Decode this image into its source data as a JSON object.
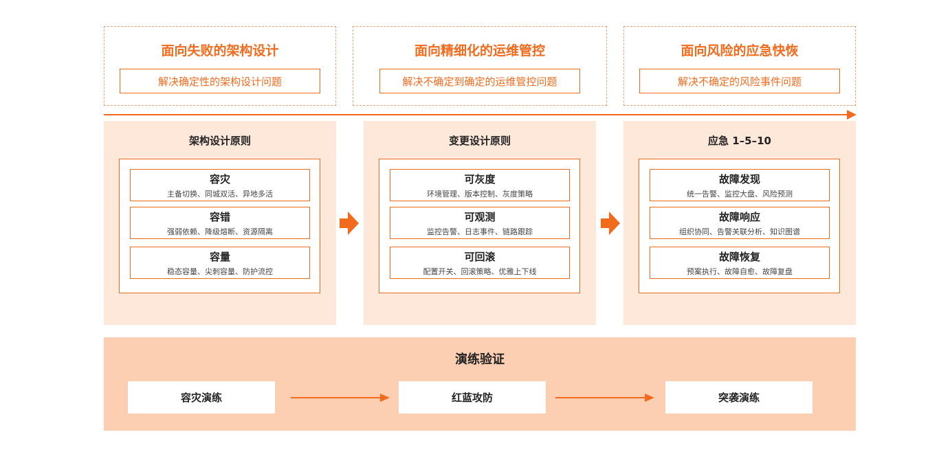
{
  "colors": {
    "accent": "#f26b1d",
    "panel_bg": "#fee8da",
    "bottom_bg": "#fdcfb2"
  },
  "top": [
    {
      "title": "面向失败的架构设计",
      "sub": "解决确定性的架构设计问题"
    },
    {
      "title": "面向精细化的运维管控",
      "sub": "解决不确定到确定的运维管控问题"
    },
    {
      "title": "面向风险的应急快恢",
      "sub": "解决不确定的风险事件问题"
    }
  ],
  "panels": [
    {
      "title": "架构设计原则",
      "items": [
        {
          "name": "容灾",
          "desc": "主备切换、同城双活、异地多活"
        },
        {
          "name": "容错",
          "desc": "强弱依赖、降级熔断、资源隔离"
        },
        {
          "name": "容量",
          "desc": "稳态容量、尖刺容量、防护流控"
        }
      ]
    },
    {
      "title": "变更设计原则",
      "items": [
        {
          "name": "可灰度",
          "desc": "环境管理、版本控制、灰度策略"
        },
        {
          "name": "可观测",
          "desc": "监控告警、日志事件、链路跟踪"
        },
        {
          "name": "可回滚",
          "desc": "配置开关、回滚策略、优雅上下线"
        }
      ]
    },
    {
      "title": "应急 1–5–10",
      "items": [
        {
          "name": "故障发现",
          "desc": "统一告警、监控大盘、风险预测"
        },
        {
          "name": "故障响应",
          "desc": "组织协同、告警关联分析、知识图谱"
        },
        {
          "name": "故障恢复",
          "desc": "预案执行、故障自愈、故障复盘"
        }
      ]
    }
  ],
  "bottom": {
    "title": "演练验证",
    "steps": [
      "容灾演练",
      "红蓝攻防",
      "突袭演练"
    ]
  }
}
